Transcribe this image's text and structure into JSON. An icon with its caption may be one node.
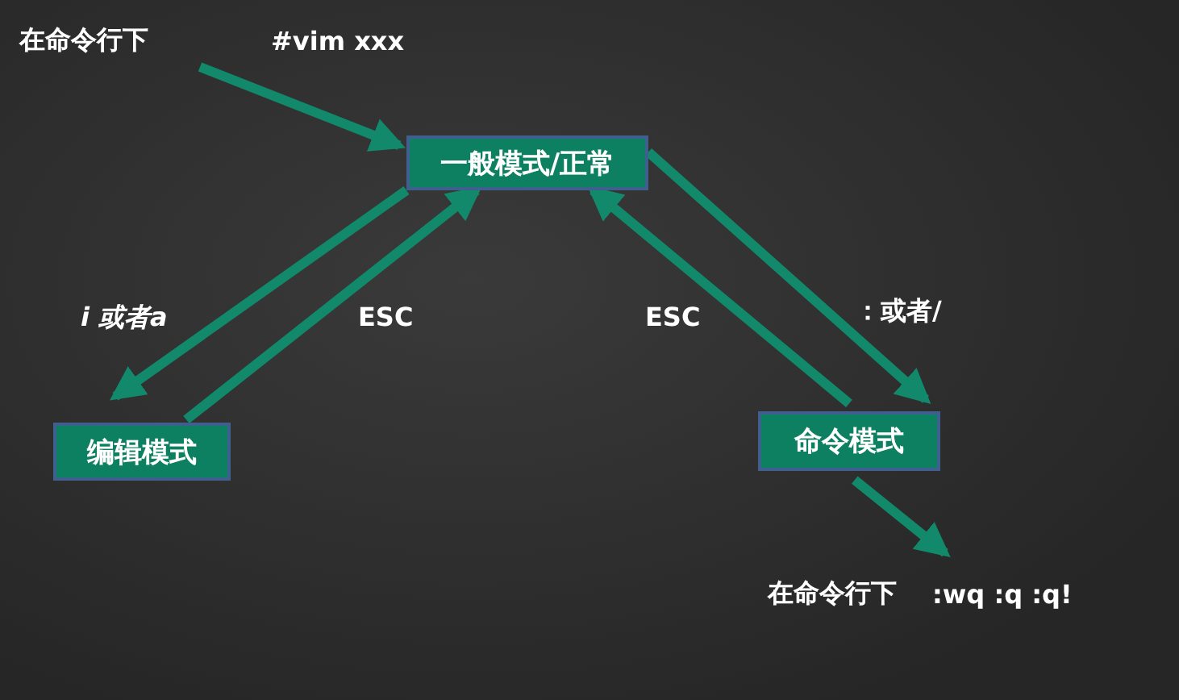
{
  "diagram": {
    "nodes": [
      {
        "text": [
          "在命令行下"
        ]
      },
      {
        "text": [
          "一般模式/正常"
        ]
      },
      {
        "text": [
          "编辑模式"
        ]
      },
      {
        "text": [
          "命令模式"
        ]
      },
      {
        "text": [
          "在命令行下",
          ":wq  :q   :q!"
        ]
      }
    ],
    "edges": [
      {
        "from": 0,
        "to": 1,
        "arrow": "to",
        "label": "#vim  xxx"
      },
      {
        "from": 1,
        "to": 2,
        "arrow": "to",
        "label": "i 或者a"
      },
      {
        "from": 2,
        "to": 1,
        "arrow": "to",
        "label": "ESC"
      },
      {
        "from": 3,
        "to": 1,
        "arrow": "to",
        "label": "ESC"
      },
      {
        "from": 1,
        "to": 3,
        "arrow": "to",
        "label": "：或者/"
      },
      {
        "from": 3,
        "to": 4,
        "arrow": "to"
      }
    ]
  }
}
